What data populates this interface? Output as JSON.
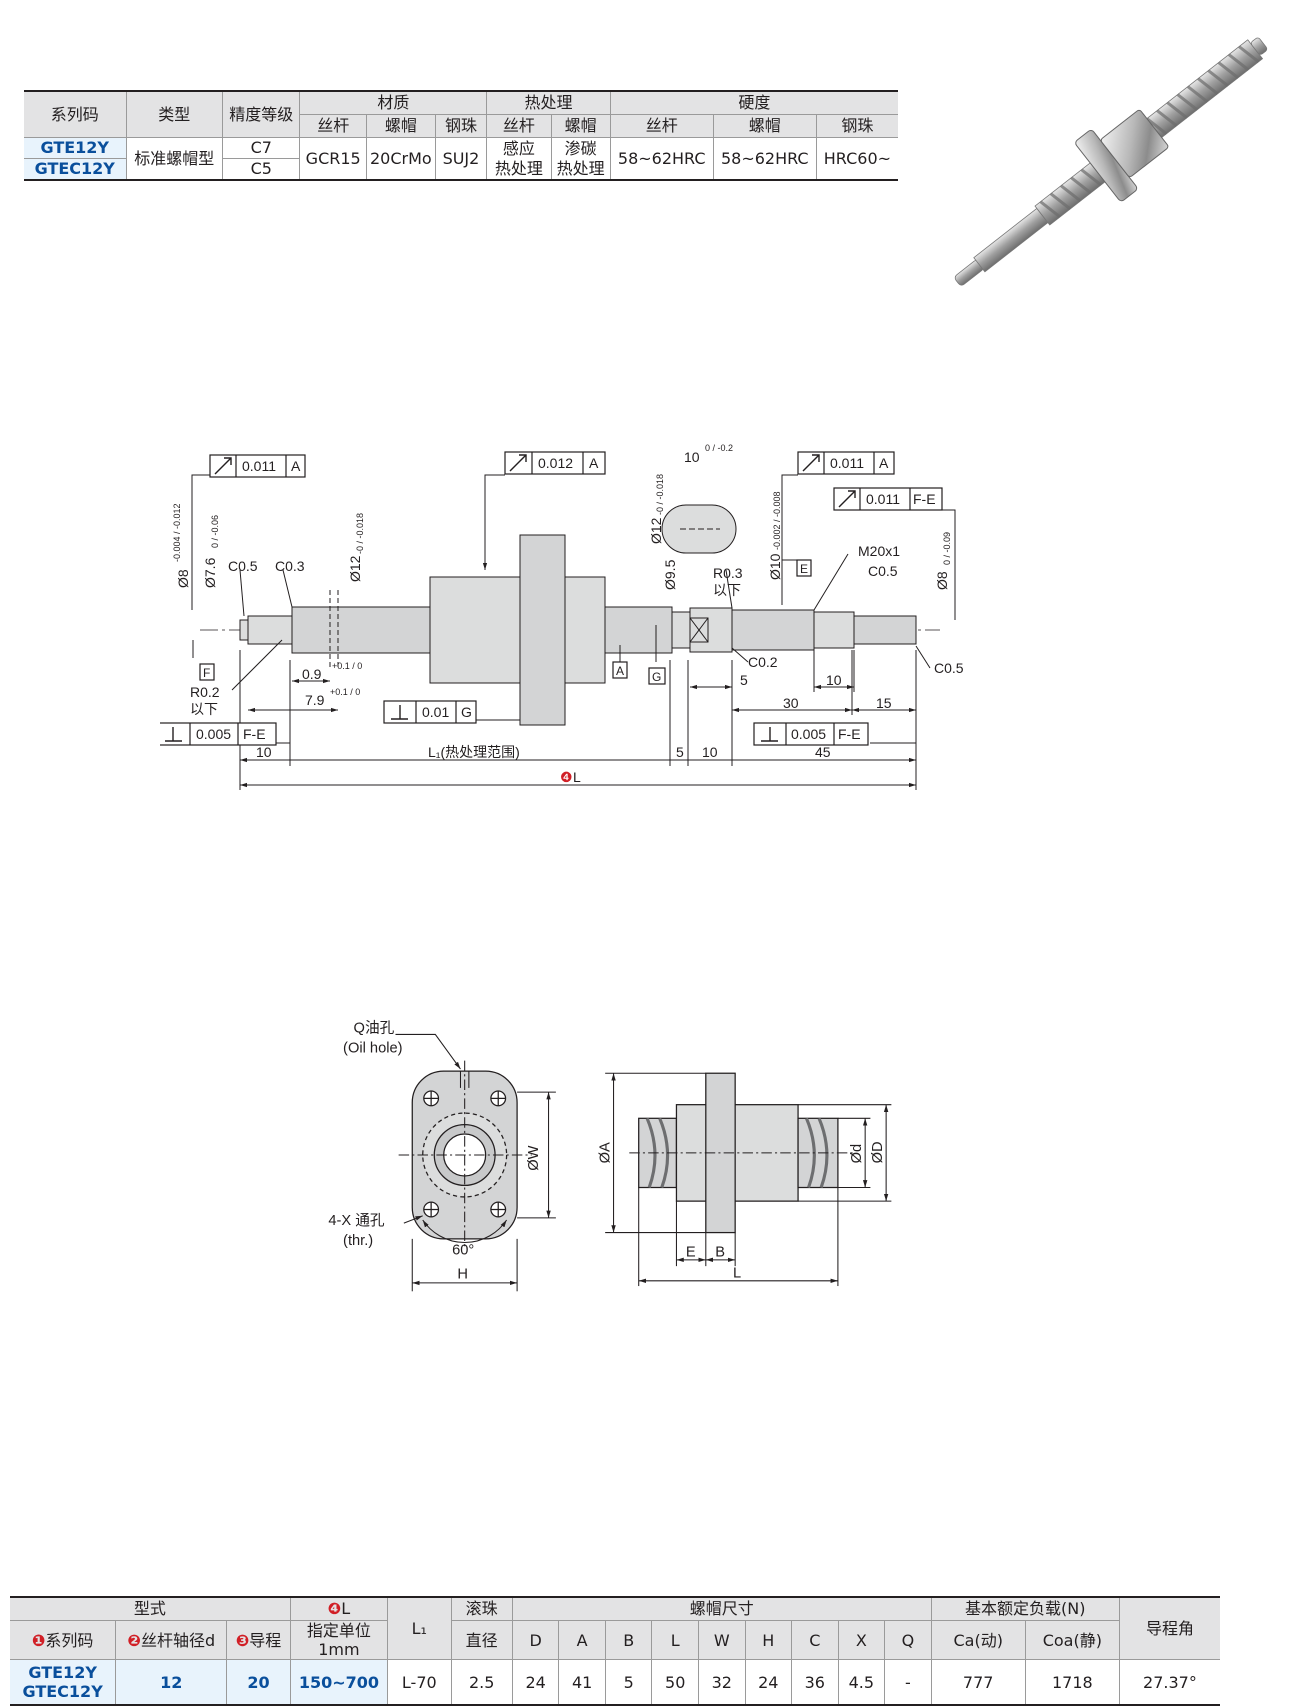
{
  "spec_table": {
    "headers": {
      "series": "系列码",
      "type": "类型",
      "accuracy": "精度等级",
      "material": "材质",
      "heat_treatment": "热处理",
      "hardness": "硬度",
      "sub_screw": "丝杆",
      "sub_nut": "螺帽",
      "sub_ball": "钢珠"
    },
    "rows": [
      {
        "series": "GTE12Y",
        "accuracy": "C7"
      },
      {
        "series": "GTEC12Y",
        "accuracy": "C5"
      }
    ],
    "type_value": "标准螺帽型",
    "material": {
      "screw": "GCR15",
      "nut": "20CrMo",
      "ball": "SUJ2"
    },
    "heat": {
      "screw_1": "感应",
      "screw_2": "热处理",
      "nut_1": "渗碳",
      "nut_2": "热处理"
    },
    "hardness": {
      "screw": "58~62HRC",
      "nut": "58~62HRC",
      "ball": "HRC60~"
    }
  },
  "shaft_drawing": {
    "gt_0011_a_left": "0.011",
    "gt_a": "A",
    "gt_0012_a": "0.012",
    "gt_0011_a_right": "0.011",
    "gt_0011_fe": "0.011",
    "fe": "F-E",
    "gt_0005_left": "0.005",
    "gt_001_g": "0.01",
    "g": "G",
    "gt_0005_right": "0.005",
    "d8_left": "Ø8",
    "d8_left_tol": "-0.004 / -0.012",
    "d7_6": "Ø7.6",
    "d7_6_tol": "0 / -0.06",
    "c05_left": "C0.5",
    "c03": "C0.3",
    "d12": "Ø12",
    "d12_tol": "-0 / -0.018",
    "w10": "10",
    "w10_tol": "0 / -0.2",
    "d12_section": "Ø12",
    "d12_section_tol": "-0 / -0.018",
    "d9_5": "Ø9.5",
    "r03": "R0.3",
    "yixia_1": "以下",
    "d10": "Ø10",
    "d10_tol": "-0.002 / -0.008",
    "e": "E",
    "m20": "M20x1",
    "c05_right_top": "C0.5",
    "d8_right": "Ø8",
    "d8_right_tol": "0 / -0.09",
    "f": "F",
    "a_lbl": "A",
    "g_lbl": "G",
    "r02": "R0.2",
    "yixia_2": "以下",
    "dim_0_9": "0.9",
    "dim_0_9_tol": "+0.1 / 0",
    "dim_7_9": "7.9",
    "dim_7_9_tol": "+0.1 / 0",
    "c02": "C0.2",
    "dim_5a": "5",
    "dim_10a": "10",
    "c05_right_bot": "C0.5",
    "dim_30": "30",
    "dim_15": "15",
    "dim_10b": "10",
    "l1": "L₁(热处理范围)",
    "dim_5b": "5",
    "dim_10c": "10",
    "dim_45": "45",
    "l_marker": "❹",
    "l": "L"
  },
  "nut_drawing": {
    "q_hole": "Q油孔",
    "oil_hole": "(Oil hole)",
    "w": "ØW",
    "x_hole": "4-X  通孔",
    "thr": "(thr.)",
    "angle": "60°",
    "h": "H",
    "a": "ØA",
    "d": "Ød",
    "D": "ØD",
    "e": "E",
    "b": "B",
    "l": "L"
  },
  "dim_table": {
    "model": "型式",
    "n1": "❶",
    "series": "系列码",
    "n2": "❷",
    "shaft_dia": "丝杆轴径d",
    "n3": "❸",
    "lead": "导程",
    "n4": "❹",
    "l": "L",
    "l_unit": "指定单位1mm",
    "l1": "L₁",
    "ball_1": "滚珠",
    "ball_2": "直径",
    "nut_size": "螺帽尺寸",
    "cols": [
      "D",
      "A",
      "B",
      "L",
      "W",
      "H",
      "C",
      "X",
      "Q"
    ],
    "load": "基本额定负载(N)",
    "ca": "Ca(动)",
    "coa": "Coa(静)",
    "lead_angle": "导程角",
    "row": {
      "series_1": "GTE12Y",
      "series_2": "GTEC12Y",
      "d": "12",
      "lead": "20",
      "l": "150~700",
      "l1": "L-70",
      "ball": "2.5",
      "vals": [
        "24",
        "41",
        "5",
        "50",
        "32",
        "24",
        "36",
        "4.5",
        "-"
      ],
      "ca": "777",
      "coa": "1718",
      "angle": "27.37°"
    }
  }
}
